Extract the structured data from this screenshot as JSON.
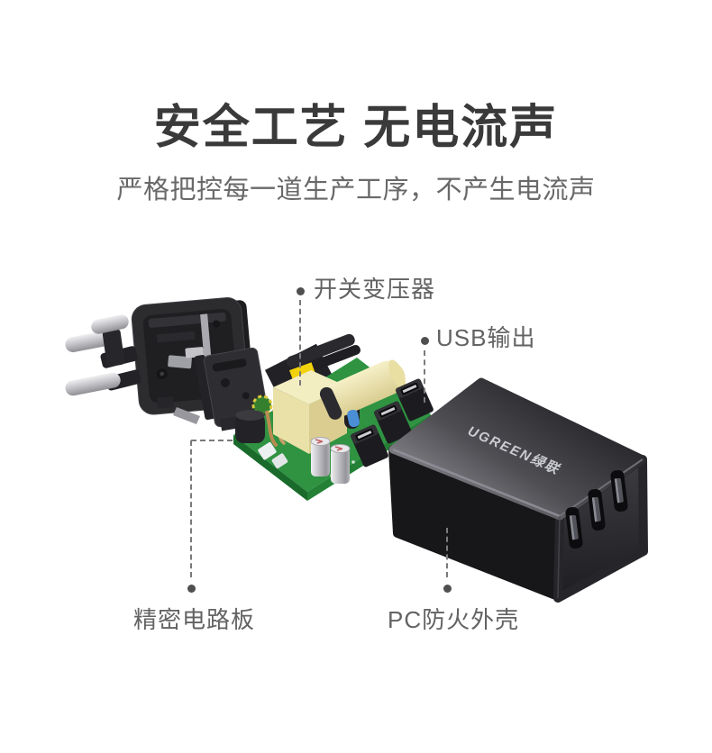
{
  "header": {
    "title": "安全工艺 无电流声",
    "subtitle": "严格把控每一道生产工序，不产生电流声"
  },
  "callouts": {
    "transformer": {
      "label": "开关变压器"
    },
    "usb_output": {
      "label": "USB输出"
    },
    "pcb": {
      "label": "精密电路板"
    },
    "shell": {
      "label": "PC防火外壳"
    }
  },
  "product": {
    "brand_logo": "UGREEN绿联",
    "shell_usb_port_count": 3,
    "board_usb_port_count": 3
  },
  "palette": {
    "background": "#ffffff",
    "title_text": "#3a3a3a",
    "subtitle_text": "#696969",
    "label_text": "#636363",
    "callout_line": "#7a7a7a",
    "pcb_green": "#2f9342",
    "transformer_cream": "#f3edc2",
    "tape_yellow": "#f2d20c",
    "shell_black": "#17171a",
    "prong_silver": "#c9c9cd",
    "logo_text": "#d2d3d8"
  }
}
